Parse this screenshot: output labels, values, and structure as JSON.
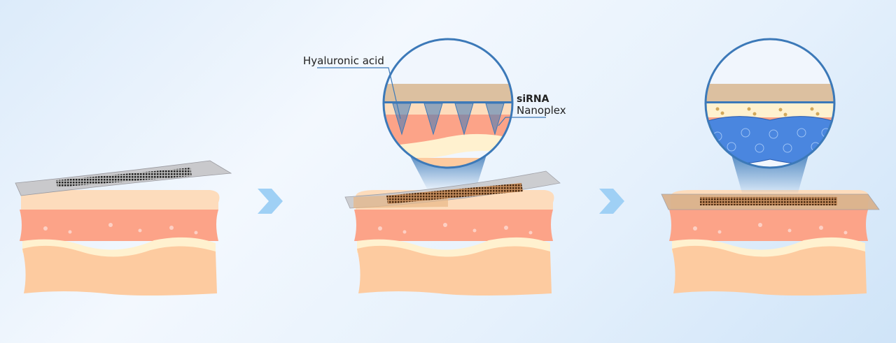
{
  "labels": {
    "hyaluronic_acid": "Hyaluronic acid",
    "sirna": "siRNA",
    "nanoplex": "Nanoplex"
  },
  "colors": {
    "accent_blue": "#3c79b8",
    "arrow": "#9fd0f5",
    "skin_top": "#fddcbc",
    "dermis": "#fca388",
    "fat_line": "#fff1cf",
    "hypodermis": "#fdcba0",
    "nanoplex_cell": "#4a86df"
  }
}
